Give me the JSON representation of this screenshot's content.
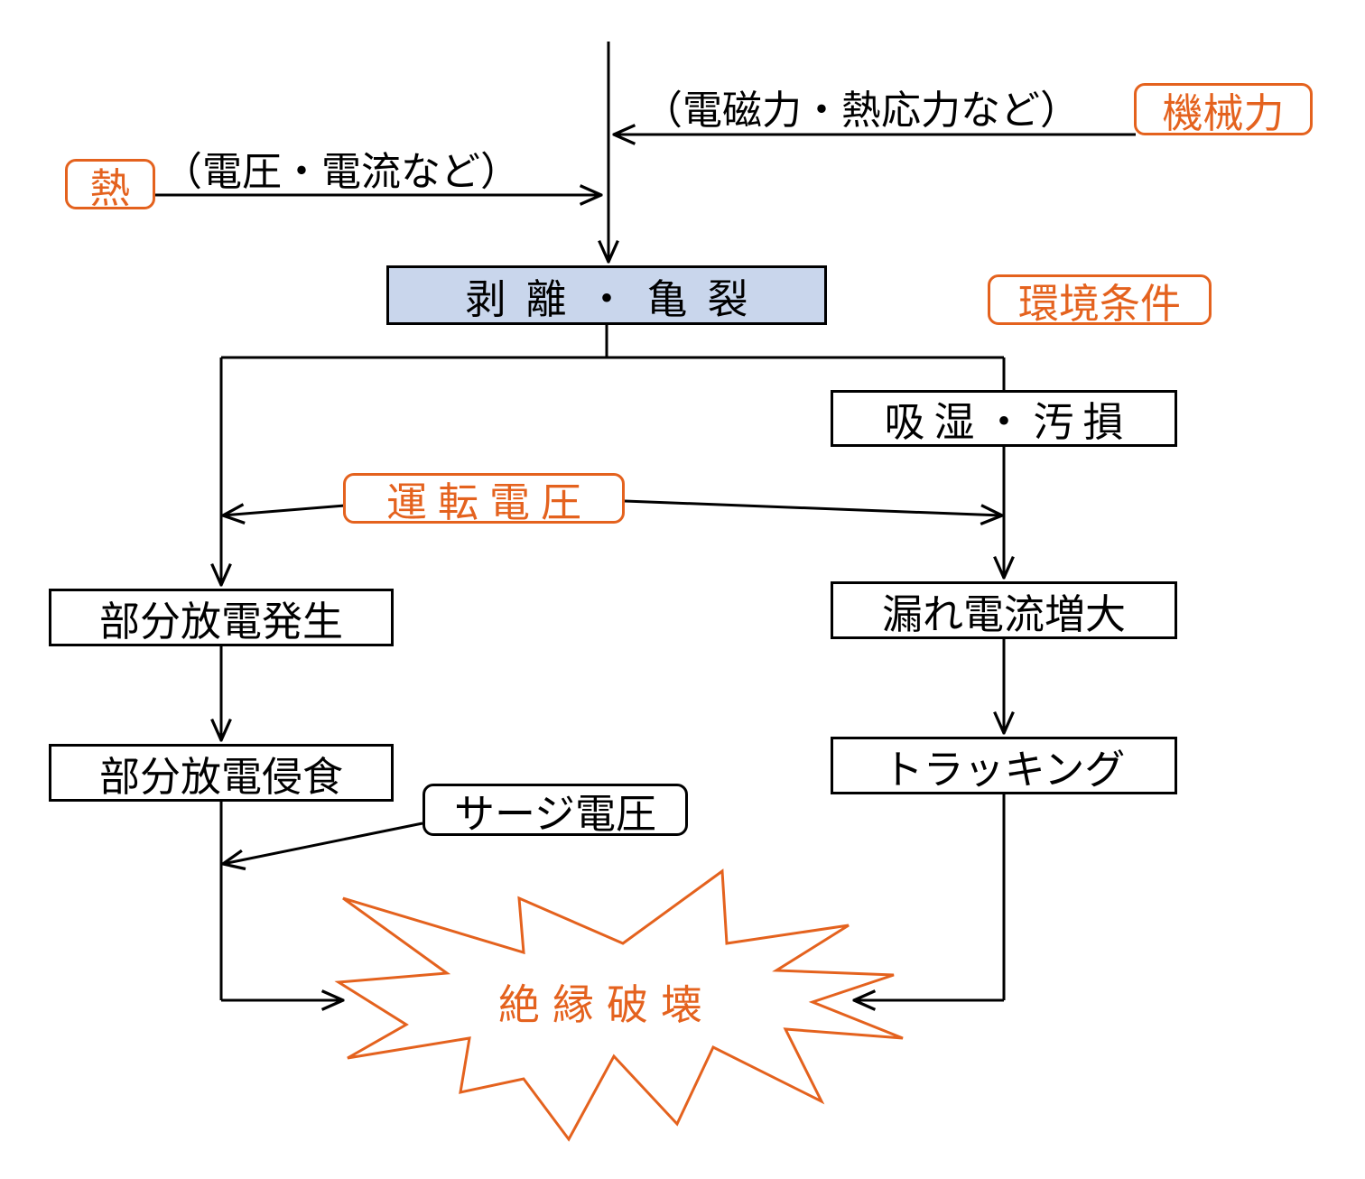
{
  "colors": {
    "accent": "#e4621e",
    "main_box_fill": "#c9d6ec",
    "line": "#000000"
  },
  "factors": {
    "mechanical": "機械力",
    "mechanical_note": "（電磁力・熱応力など）",
    "heat": "熱",
    "heat_note": "（電圧・電流など）",
    "environment": "環境条件",
    "operating_voltage": "運転電圧",
    "surge_voltage": "サージ電圧"
  },
  "nodes": {
    "peeling_cracking": "剥離・亀裂",
    "moisture_contamination": "吸湿・汚損",
    "partial_discharge_occurrence": "部分放電発生",
    "leakage_current_increase": "漏れ電流増大",
    "partial_discharge_erosion": "部分放電侵食",
    "tracking": "トラッキング",
    "insulation_breakdown": "絶縁破壊"
  }
}
